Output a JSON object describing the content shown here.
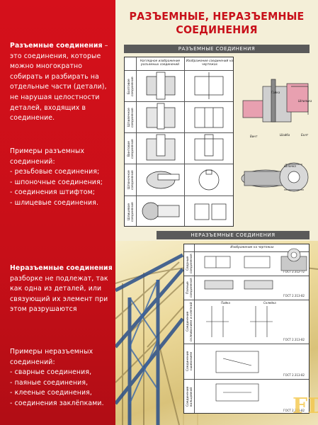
{
  "title": {
    "line1": "РАЗЪЕМНЫЕ, НЕРАЗЪЕМНЫЕ",
    "line2": "СОЕДИНЕНИЯ"
  },
  "left": {
    "detachable_head": "Разъемные соединения",
    "detachable_text": "– это соединения, которые можно многократно собирать и разбирать на отдельные части (детали), не нарушая целостности деталей, входящих в соединение.",
    "detachable_examples_title": "Примеры разъемных соединений:",
    "detachable_examples": [
      "- резьбовые соединения;",
      "- шпоночные соединения;",
      "- соединения штифтом;",
      "- шлицевые соединения."
    ],
    "permanent_head": "Неразъемные соединения",
    "permanent_text": "разборке не подлежат, так как одна из деталей, или связующий их элемент при этом разрушаются",
    "permanent_examples_title": "Примеры неразъемных соединений:",
    "permanent_examples": [
      "- сварные соединения,",
      "- паяные соединения,",
      "- клееные соединения,",
      "- соединения заклёпками."
    ]
  },
  "section1": {
    "bar": "РАЗЪЕМНЫЕ СОЕДИНЕНИЯ",
    "col1": "Наглядное изображение разъемных соединений",
    "col2": "Изображение соединений на чертежах",
    "rows": [
      "Болтовое соединение",
      "Шпилечное соединение",
      "Винтовое соединение",
      "Шпоночное соединение",
      "Шлицевое соединение"
    ],
    "labels": {
      "a": "Гайка",
      "b": "Болт",
      "c": "Шпилька",
      "d": "Шайба",
      "e": "Винт",
      "f": "Шпонка"
    }
  },
  "section2": {
    "bar": "НЕРАЗЪЕМНЫЕ СОЕДИНЕНИЯ",
    "col1": "Изображение на чертежах",
    "rows": [
      "Сварные соединения",
      "Паяные соединения",
      "Соединение склеиванием и клепкой",
      "Соединение сшиванием",
      "Соединение вальцовкой"
    ],
    "gost": [
      "ГОСТ 2.312-72",
      "ГОСТ 2.313-82",
      "ГОСТ 2.313-82",
      "ГОСТ 2.313-82",
      "ГОСТ 2.313-82"
    ],
    "labels": {
      "a": "Пайка",
      "b": "Склейка"
    }
  },
  "logo": "FD"
}
